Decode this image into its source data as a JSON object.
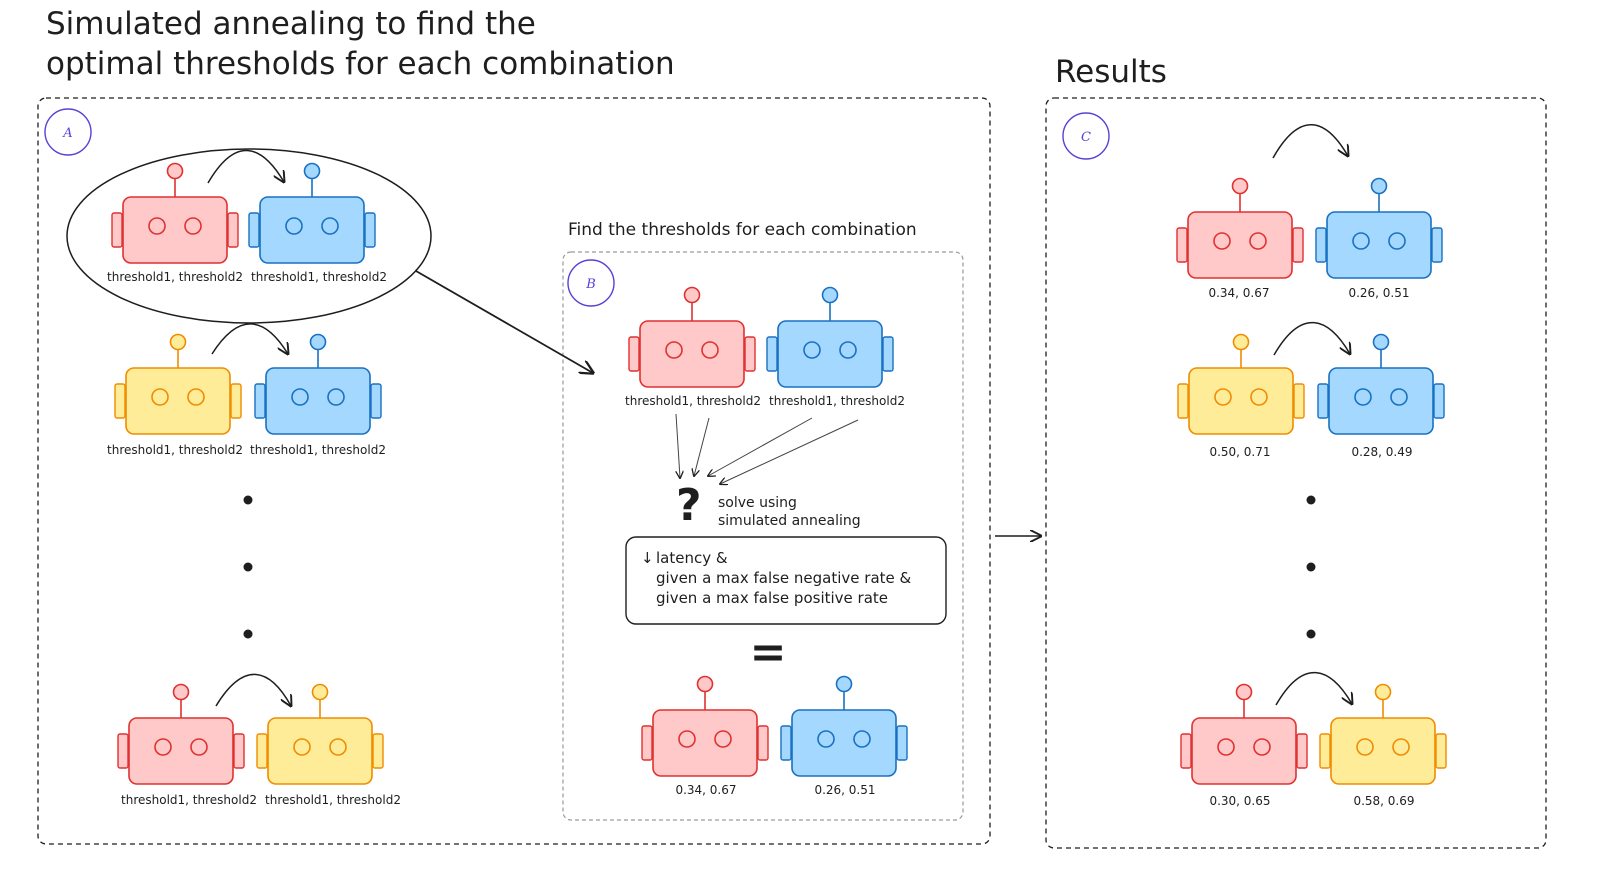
{
  "title": {
    "line1": "Simulated annealing to find the",
    "line2": "optimal thresholds for each combination"
  },
  "results_title": "Results",
  "section_tags": {
    "a": "A",
    "b": "B",
    "c": "C"
  },
  "panel_b": {
    "heading": "Find the thresholds for each combination",
    "question_mark": "?",
    "solve_line1": "solve using",
    "solve_line2": "simulated annealing",
    "condition_arrow": "↓",
    "condition_line1": "latency &",
    "condition_line2": "given a max false negative rate &",
    "condition_line3": "given a max false positive rate",
    "equals": "="
  },
  "colors": {
    "red_fill": "#ffc9c9",
    "red_stroke": "#e03131",
    "blue_fill": "#a5d8ff",
    "blue_stroke": "#1971c2",
    "yellow_fill": "#ffec99",
    "yellow_stroke": "#f08c00",
    "tag_circle": "#5b3fd6",
    "ink": "#1e1e1e"
  },
  "panel_a_pairs": [
    {
      "left_color": "red",
      "right_color": "blue",
      "left_label": "threshold1, threshold2",
      "right_label": "threshold1, threshold2"
    },
    {
      "left_color": "yellow",
      "right_color": "blue",
      "left_label": "threshold1, threshold2",
      "right_label": "threshold1, threshold2"
    },
    {
      "left_color": "red",
      "right_color": "yellow",
      "left_label": "threshold1, threshold2",
      "right_label": "threshold1, threshold2"
    }
  ],
  "panel_b_input": {
    "left_color": "red",
    "right_color": "blue",
    "left_label": "threshold1, threshold2",
    "right_label": "threshold1, threshold2"
  },
  "panel_b_output": {
    "left_color": "red",
    "right_color": "blue",
    "left_label": "0.34, 0.67",
    "right_label": "0.26, 0.51"
  },
  "results_pairs": [
    {
      "left_color": "red",
      "right_color": "blue",
      "left_label": "0.34, 0.67",
      "right_label": "0.26, 0.51"
    },
    {
      "left_color": "yellow",
      "right_color": "blue",
      "left_label": "0.50, 0.71",
      "right_label": "0.28, 0.49"
    },
    {
      "left_color": "red",
      "right_color": "yellow",
      "left_label": "0.30, 0.65",
      "right_label": "0.58, 0.69"
    }
  ]
}
